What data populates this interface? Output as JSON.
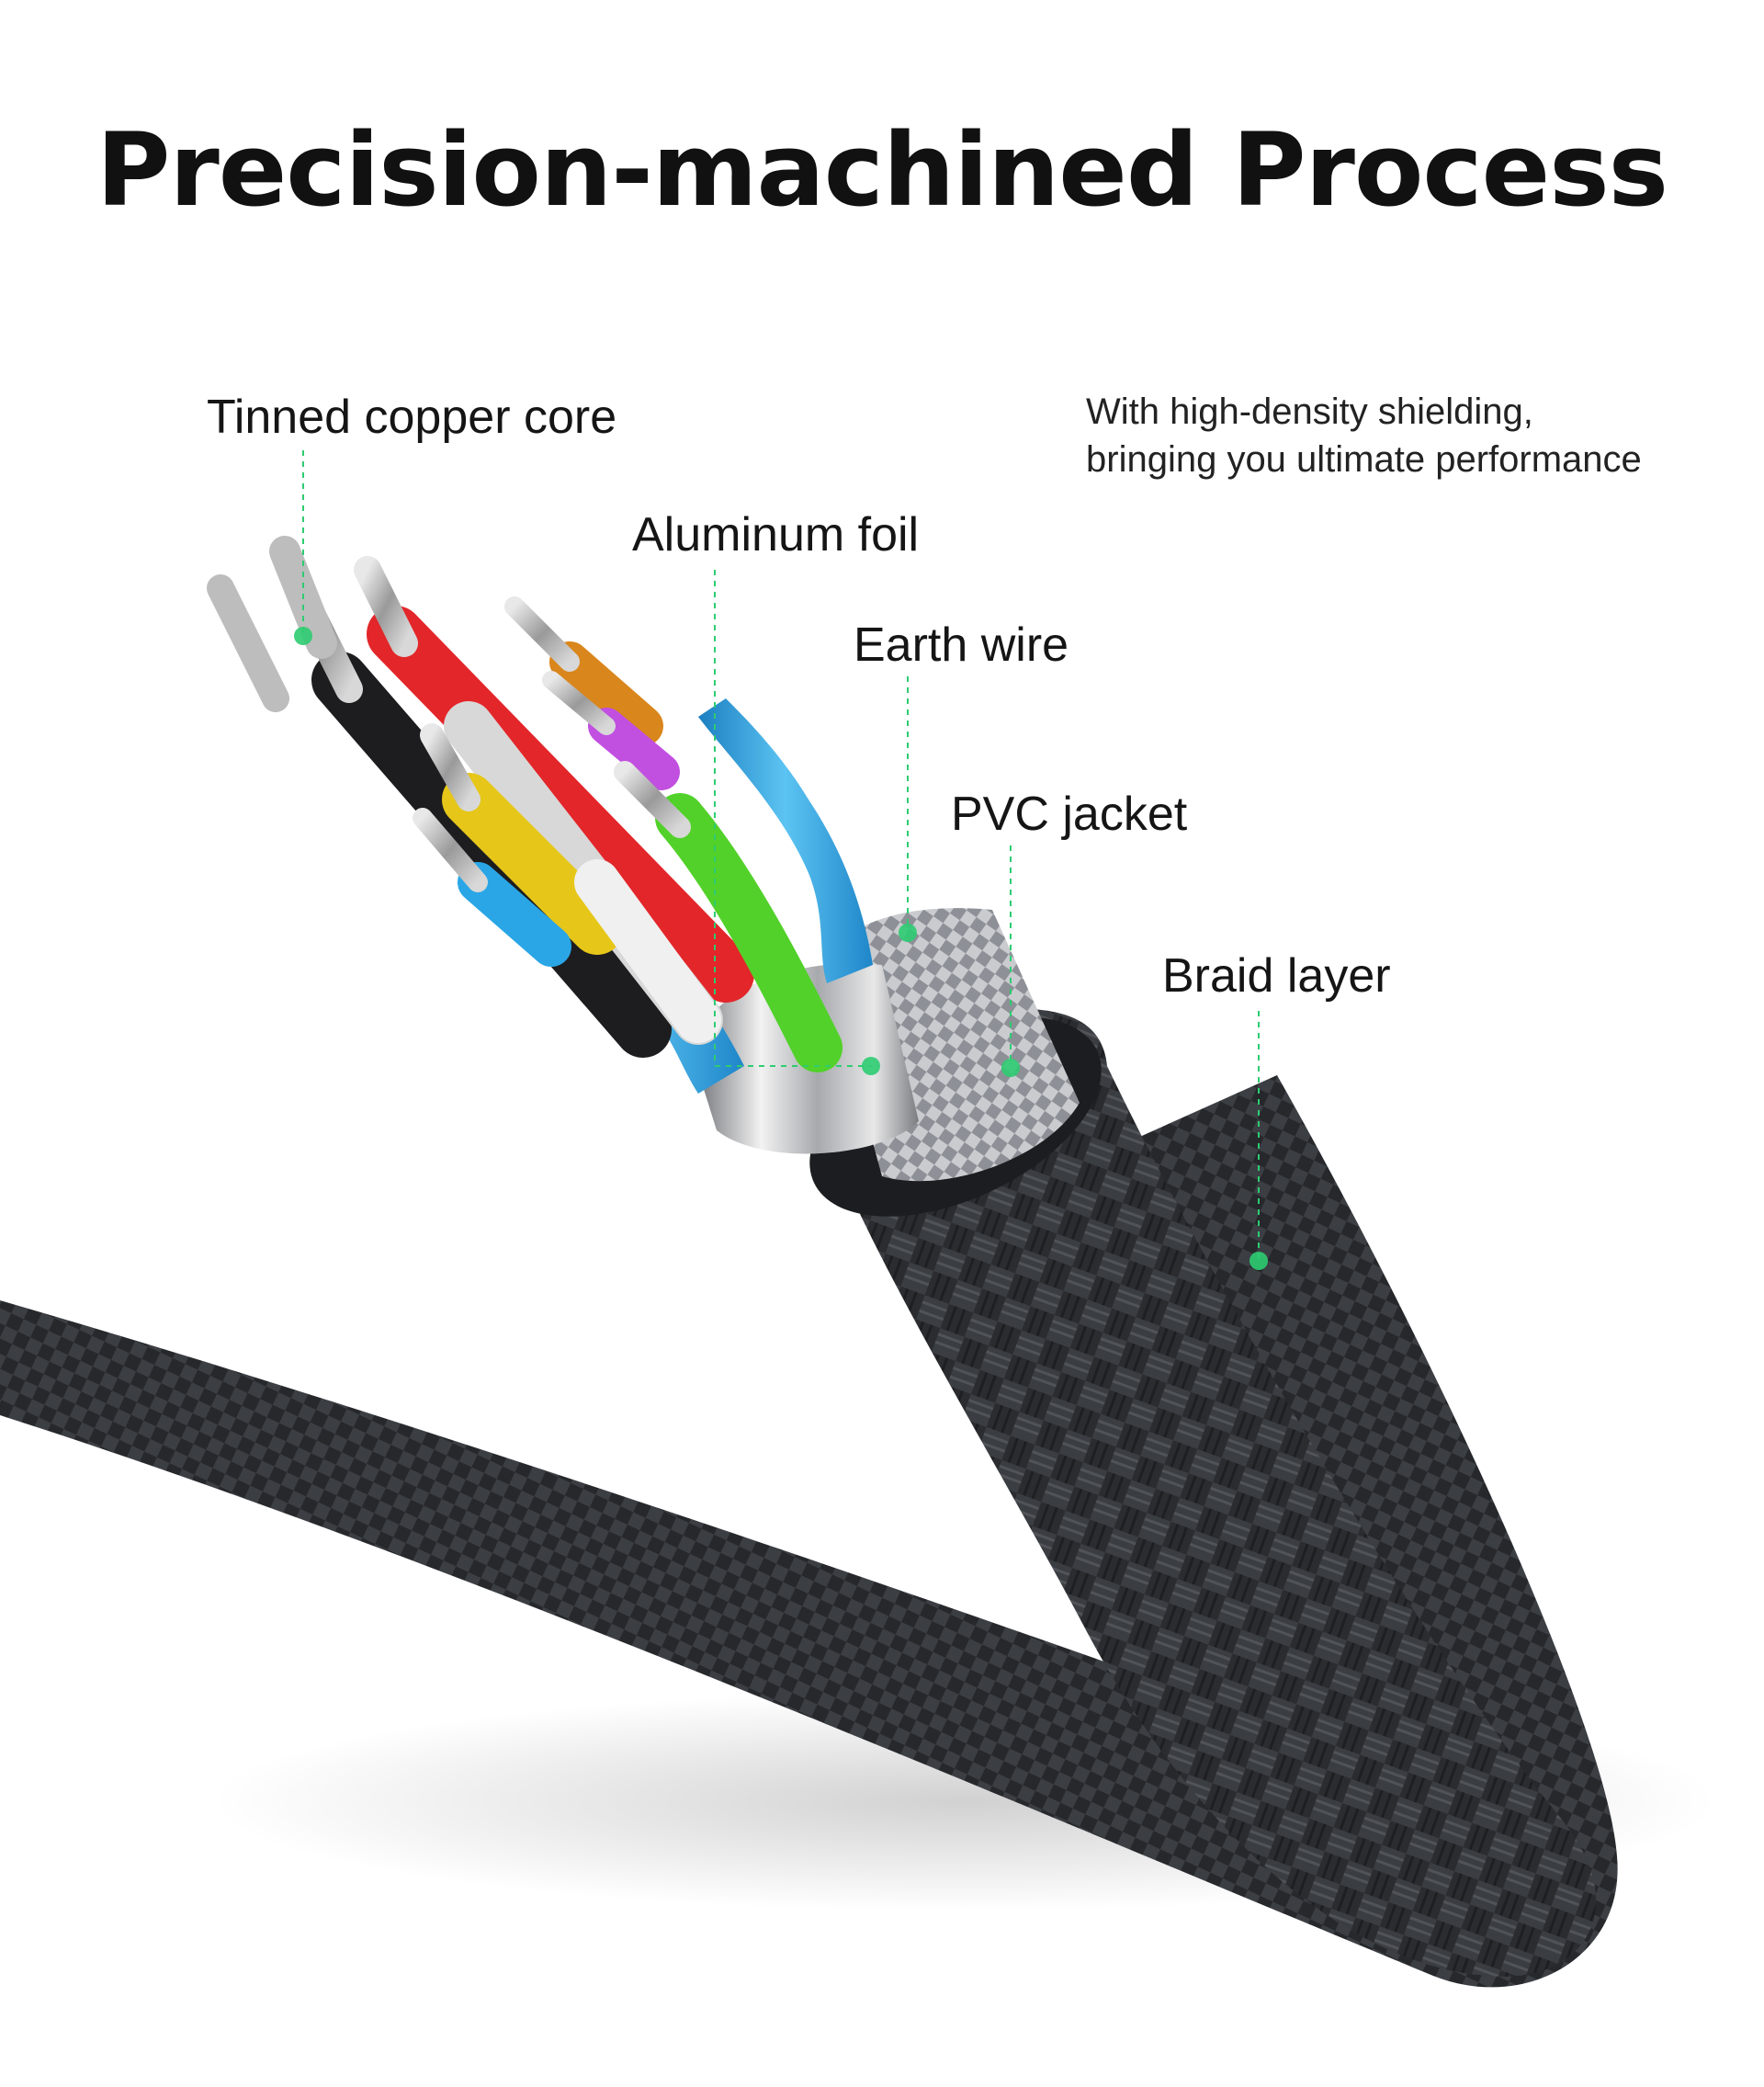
{
  "title": "Precision-machined Process",
  "labels": {
    "tinned_copper_core": "Tinned copper core",
    "aluminum_foil": "Aluminum foil",
    "earth_wire": "Earth wire",
    "pvc_jacket": "PVC jacket",
    "braid_layer": "Braid layer"
  },
  "note": {
    "line1": "With high-density shielding,",
    "line2": "bringing you ultimate performance"
  },
  "colors": {
    "accent": "#2ecc71",
    "braid": "#2b2d31",
    "copper": "#c8c8c8",
    "wire_red": "#e3262a",
    "wire_black": "#1d1d1f",
    "wire_yellow": "#e6c619",
    "wire_green": "#52d12a",
    "wire_blue": "#2aa6e6",
    "wire_orange": "#d9861c",
    "wire_purple": "#c14fe0",
    "wire_white": "#f0f0f0"
  }
}
